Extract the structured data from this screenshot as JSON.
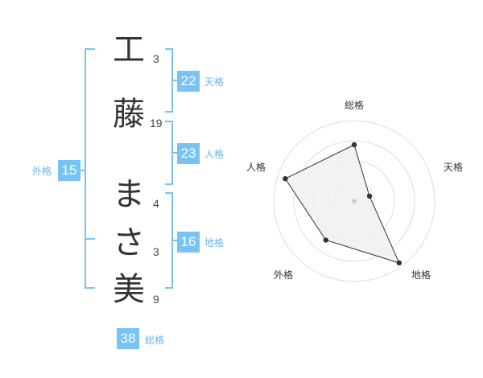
{
  "colors": {
    "accent": "#76c3f4",
    "accent_text": "#69b7ea",
    "bracket": "#76c3f4"
  },
  "name": {
    "chars": [
      {
        "char": "工",
        "strokes": "3"
      },
      {
        "char": "藤",
        "strokes": "19"
      },
      {
        "char": "ま",
        "strokes": "4"
      },
      {
        "char": "さ",
        "strokes": "3"
      },
      {
        "char": "美",
        "strokes": "9"
      }
    ]
  },
  "fortunes": {
    "tenkaku": {
      "value": "22",
      "label": "天格"
    },
    "jinkaku": {
      "value": "23",
      "label": "人格"
    },
    "chikaku": {
      "value": "16",
      "label": "地格"
    },
    "gaikaku": {
      "value": "15",
      "label": "外格"
    },
    "soukaku": {
      "value": "38",
      "label": "総格"
    }
  },
  "chart_data": {
    "type": "radar",
    "axes": [
      "総格",
      "天格",
      "地格",
      "外格",
      "人格"
    ],
    "values": [
      0.7,
      0.2,
      0.95,
      0.6,
      0.9
    ],
    "max": 1,
    "rings": 4,
    "fill": "#f0f0f0",
    "stroke": "#333333"
  }
}
